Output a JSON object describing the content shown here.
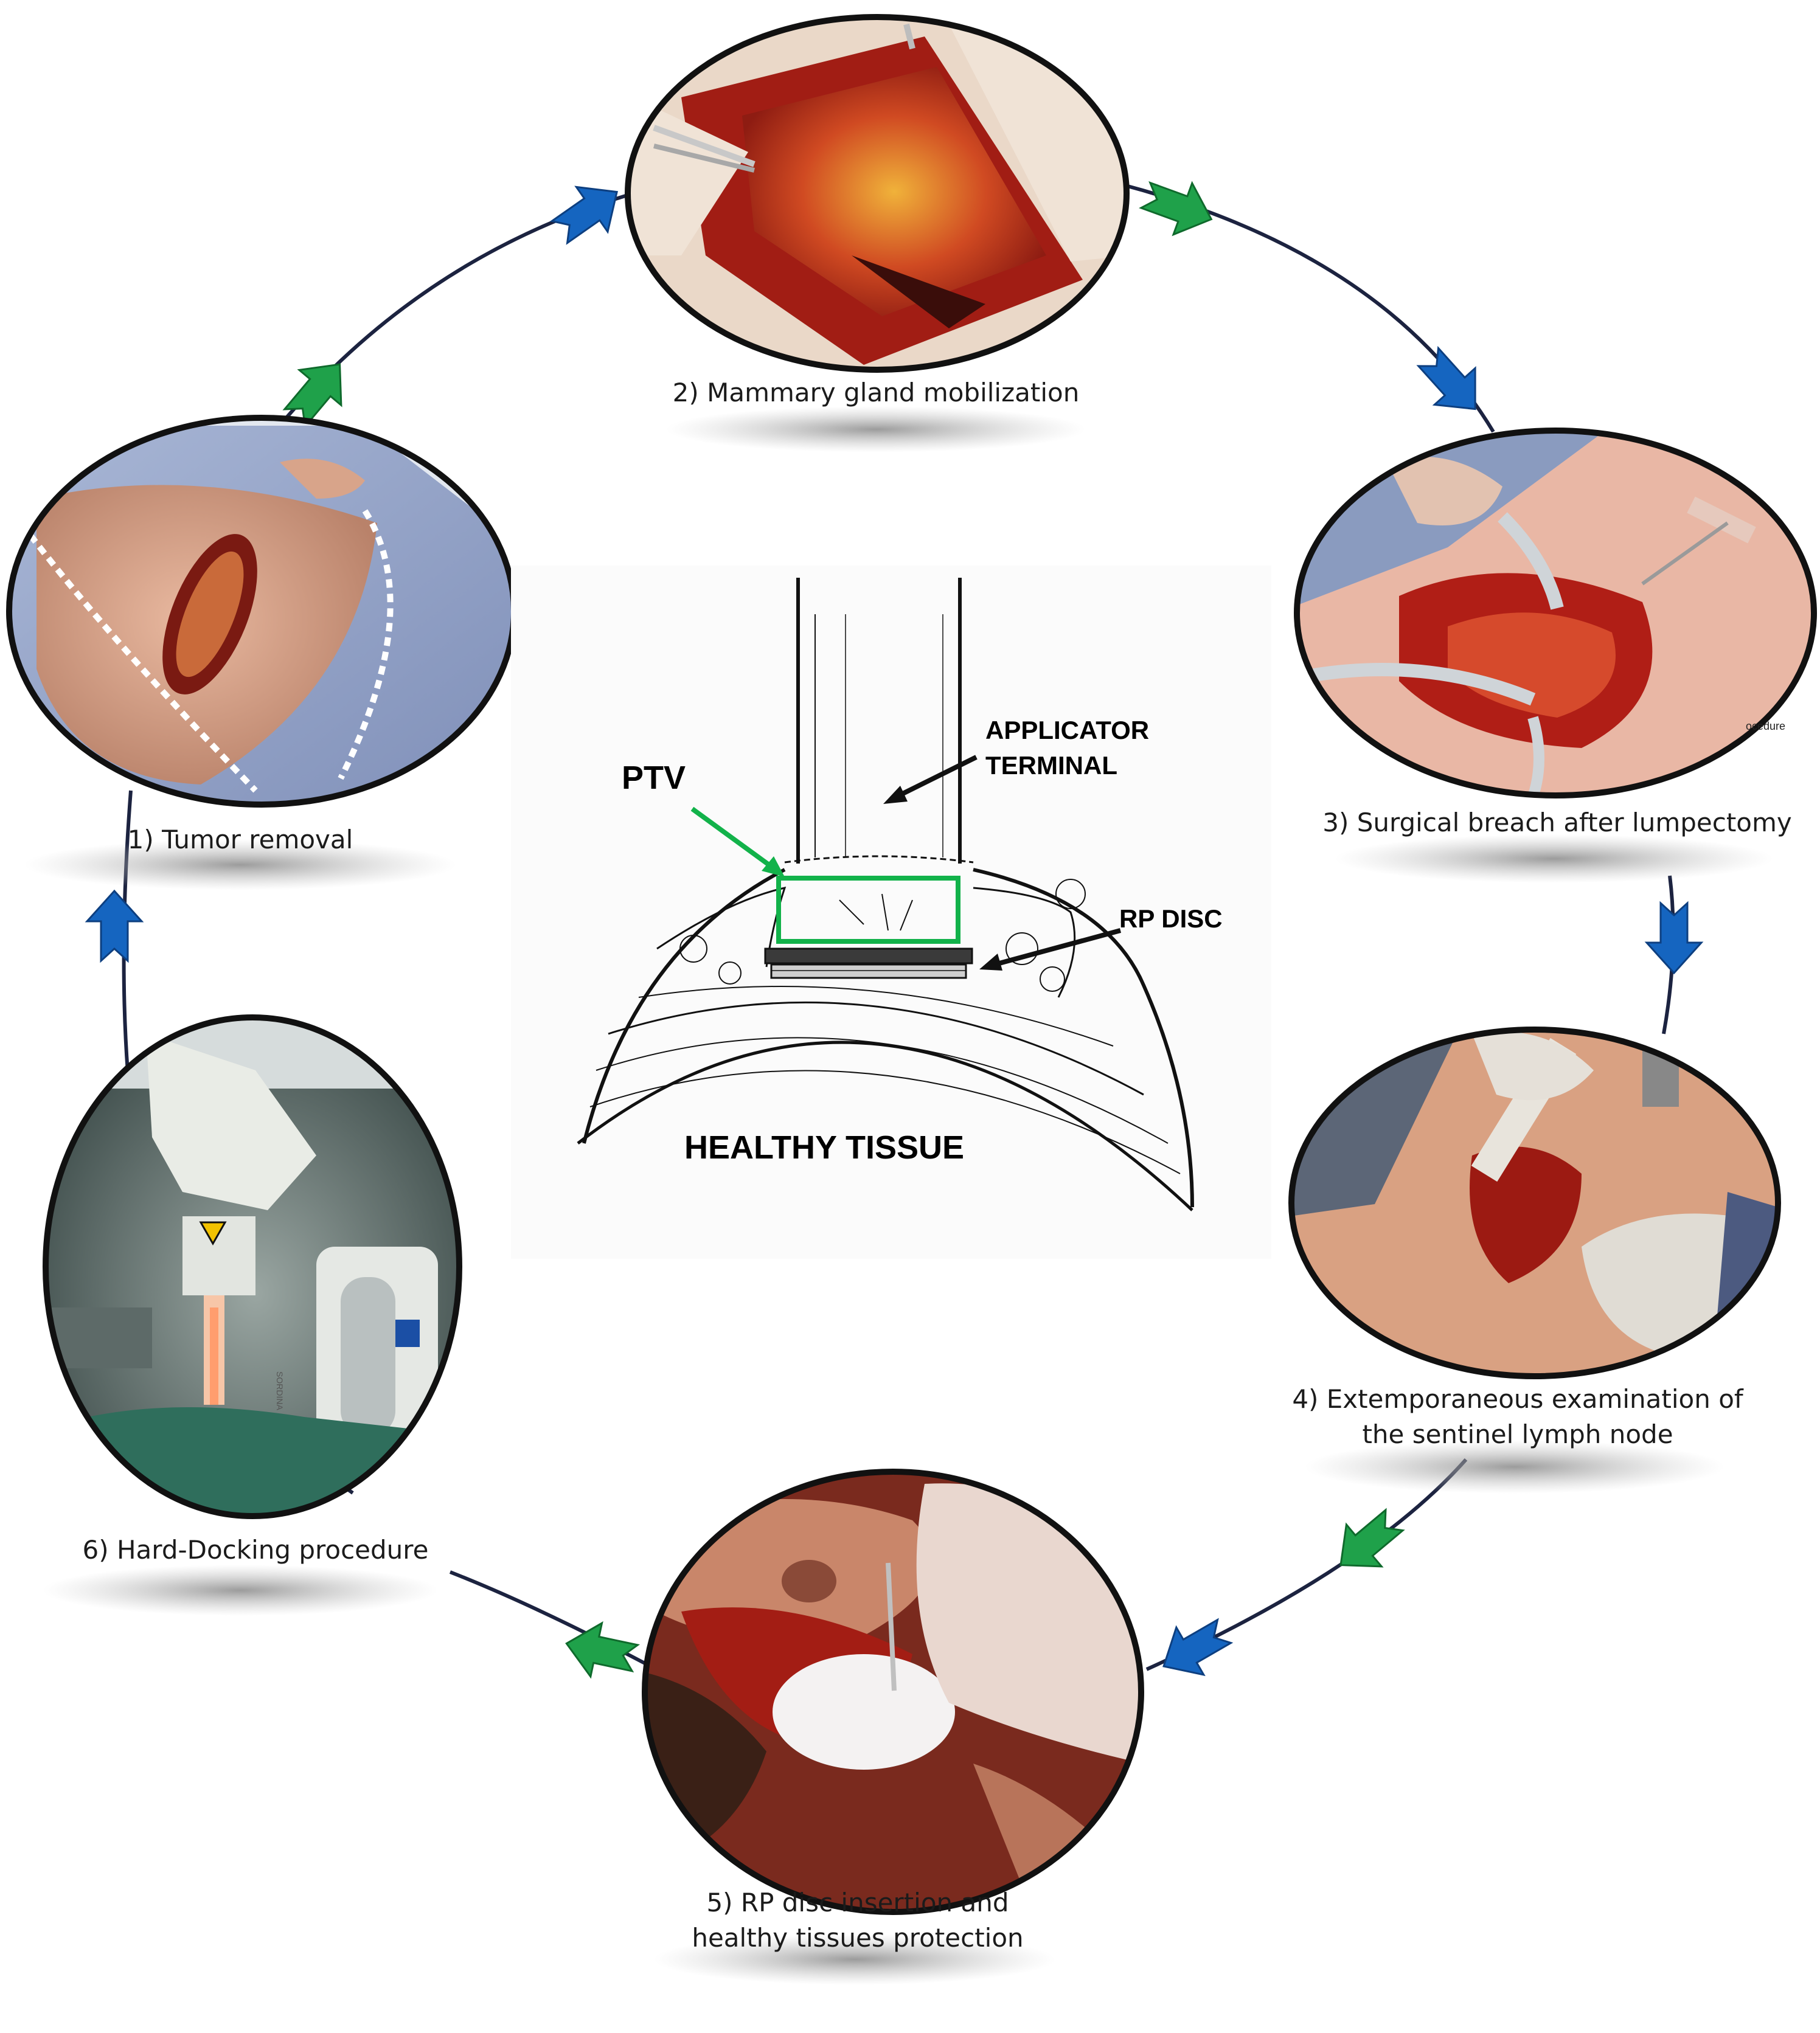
{
  "steps": [
    {
      "label": "1) Tumor removal"
    },
    {
      "label": "2) Mammary gland mobilization"
    },
    {
      "label": "3) Surgical breach after  lumpectomy"
    },
    {
      "label_line1": "4) Extemporaneous examination of",
      "label_line2": "the sentinel lymph node"
    },
    {
      "label_line1": "5) RP disc insertion and",
      "label_line2": "healthy tissues protection"
    },
    {
      "label": "6) Hard-Docking procedure"
    }
  ],
  "center": {
    "applicator_line1": "APPLICATOR",
    "applicator_line2": "TERMINAL",
    "ptv": "PTV",
    "rp_disc": "RP DISC",
    "healthy_tissue": "HEALTHY TISSUE"
  },
  "photo_fragments": {
    "step3_edge_text": "ocedure",
    "step6_device_text": "SORDINA"
  },
  "colors": {
    "arrow_blue": "#1565c0",
    "arrow_green": "#1fa14a",
    "ring": "#1c2340",
    "ptv_box": "#12b24a",
    "tissue": "#b52a1e"
  },
  "icons": [
    "arrow-blue-icon",
    "arrow-green-icon",
    "radiation-warning-icon"
  ]
}
